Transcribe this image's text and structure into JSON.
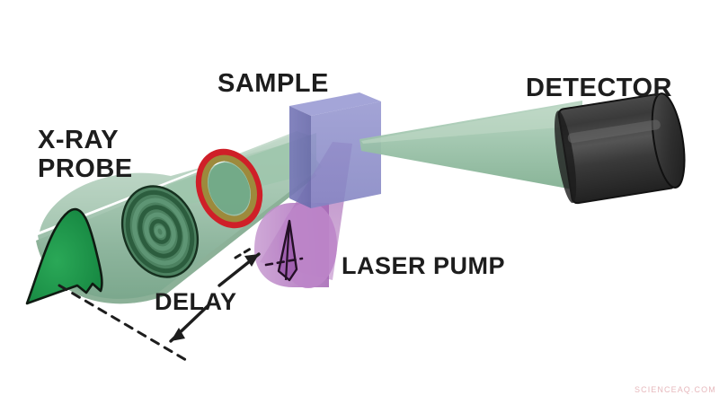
{
  "figure": {
    "title": "Pump-probe X-ray scattering experiment schematic",
    "background_color": "#ffffff"
  },
  "labels": {
    "xray_probe_line1": "X-RAY",
    "xray_probe_line2": "PROBE",
    "sample": "SAMPLE",
    "detector": "DETECTOR",
    "delay": "DELAY",
    "laser_pump": "LASER PUMP"
  },
  "watermark": {
    "text": "SCIENCEAQ.COM",
    "color": "#e7b9bd"
  },
  "colors": {
    "xray_beam_light": "#a9c9b4",
    "xray_beam_mid": "#8fb79e",
    "xray_beam_dark": "#6f9c80",
    "pulse_green": "#21964b",
    "spiral_dark_green": "#2f6b42",
    "spiral_light_green": "#5d9470",
    "ring_red": "#d6202a",
    "ring_olive": "#a08a3c",
    "sample_blue": "#8b8cc8",
    "sample_blue_dark": "#6f70ad",
    "laser_purple": "#b373be",
    "laser_purple_dark": "#8e4f9c",
    "detector_dark": "#2b2b2b",
    "detector_mid": "#3d3d3d",
    "text_black": "#1d1d1d",
    "background": "#ffffff"
  },
  "components": [
    {
      "name": "x-ray-probe-beam",
      "description": "Green conical beam travelling from lower-left to the sample",
      "label": "X-RAY PROBE"
    },
    {
      "name": "probe-pulse",
      "description": "Green peaked pulse profile at the tail of the x-ray beam"
    },
    {
      "name": "spiral-wavefront",
      "description": "Concentric ring / spiral pattern on the x-ray beam cross-section"
    },
    {
      "name": "aperture-ring",
      "description": "Red and olive annular ring on the x-ray beam"
    },
    {
      "name": "sample-slab",
      "description": "Blue-purple 3D rectangular sample block",
      "label": "SAMPLE"
    },
    {
      "name": "laser-pump-beam",
      "description": "Purple conical laser beam converging upward onto the sample",
      "label": "LASER PUMP"
    },
    {
      "name": "laser-pulse",
      "description": "Narrow dark purple spike pulse inside the laser cylinder"
    },
    {
      "name": "scattered-beam",
      "description": "Green cone of scattered x-rays diverging from sample toward detector"
    },
    {
      "name": "detector-cylinder",
      "description": "Dark grey cylindrical detector at the right",
      "label": "DETECTOR"
    },
    {
      "name": "delay-annotation",
      "description": "Dashed reference lines with two arrows marking the time delay between pump and probe",
      "label": "DELAY"
    }
  ],
  "annotations": {
    "delay_arrow_up_right": "arrow pointing toward the laser pump pulse",
    "delay_arrow_down_left": "arrow pointing toward the x-ray probe dashed baseline"
  }
}
